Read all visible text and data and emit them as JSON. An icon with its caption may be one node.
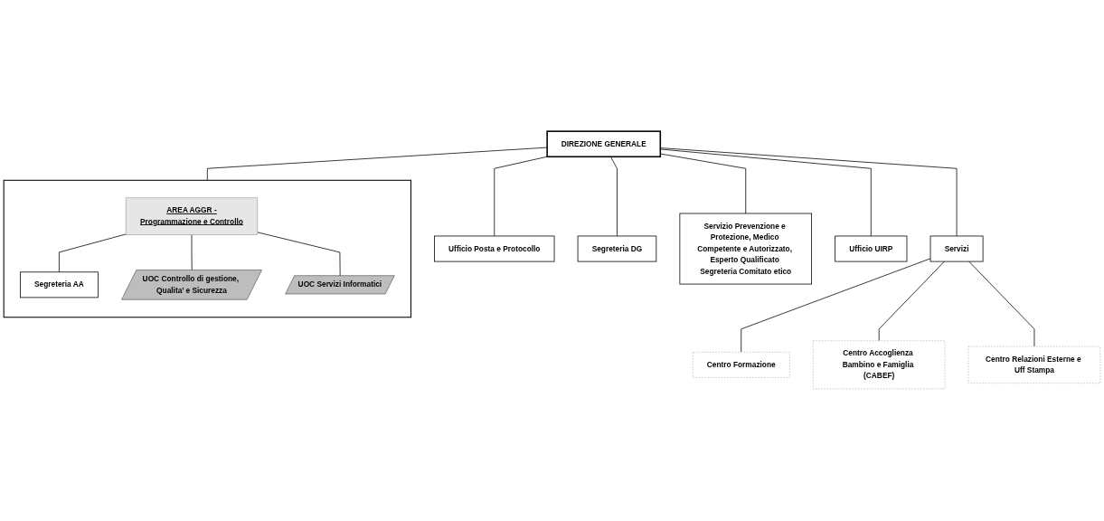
{
  "diagram": {
    "nodes": [
      {
        "text": [
          "DIREZIONE GENERALE"
        ]
      },
      {
        "text": [
          "Ufficio Posta e Protocollo"
        ]
      },
      {
        "text": [
          "Segreteria DG"
        ]
      },
      {
        "text": [
          "Servizio Prevenzione e Protezione, Medico Competente e Autorizzato, Esperto Qualificato Segreteria Comitato etico"
        ]
      },
      {
        "text": [
          "Ufficio UIRP"
        ]
      },
      {
        "text": [
          "Servizi"
        ]
      },
      {
        "text": [
          "Centro Formazione"
        ]
      },
      {
        "text": [
          "Centro Accoglienza Bambino e Famiglia (CABEF)"
        ]
      },
      {
        "text": [
          "Centro Relazioni Esterne e Uff Stampa"
        ]
      },
      {
        "text": [],
        "shape": "box"
      },
      {
        "text": [
          "AREA AGGR -Programmazione e Controllo"
        ],
        "in": 9
      },
      {
        "text": [
          "Segreteria AA"
        ],
        "in": 9
      },
      {
        "text": [
          "UOC Controllo di gestione, Qualita’ e Sicurezza"
        ],
        "in": 9
      },
      {
        "text": [
          "UOC Servizi Informatici"
        ],
        "in": 9
      }
    ],
    "edges": [
      {
        "from": 0,
        "to": 1,
        "arrow": "none"
      },
      {
        "from": 0,
        "to": 2,
        "arrow": "none"
      },
      {
        "from": 0,
        "to": 4,
        "arrow": "none"
      },
      {
        "from": 0,
        "to": 3,
        "arrow": "none"
      },
      {
        "from": 0,
        "to": 5,
        "arrow": "none"
      },
      {
        "from": 0,
        "to": 9,
        "arrow": "none"
      },
      {
        "from": 5,
        "to": 6,
        "arrow": "none"
      },
      {
        "from": 5,
        "to": 7,
        "arrow": "none"
      },
      {
        "from": 5,
        "to": 8,
        "arrow": "none"
      },
      {
        "from": 10,
        "to": 11,
        "arrow": "none"
      },
      {
        "from": 10,
        "to": 12,
        "arrow": "none"
      },
      {
        "from": 10,
        "to": 13,
        "arrow": "none"
      }
    ]
  }
}
